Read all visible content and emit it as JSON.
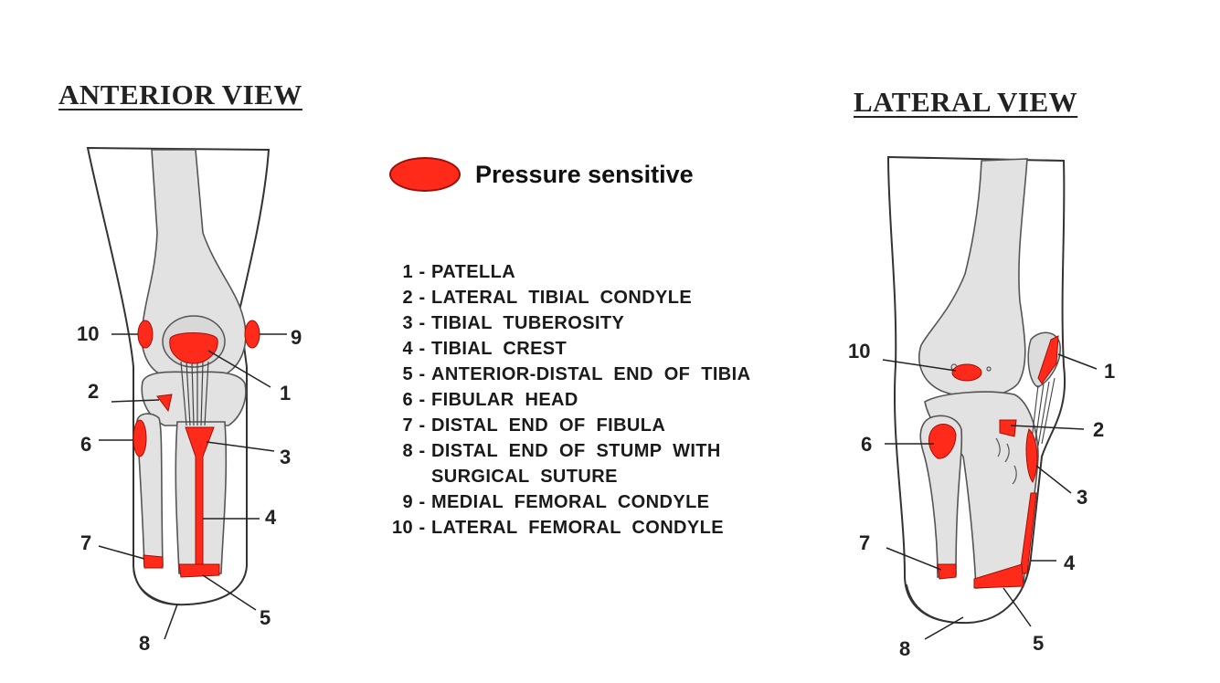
{
  "titles": {
    "anterior": "ANTERIOR VIEW",
    "lateral": "LATERAL VIEW"
  },
  "legend": {
    "label": "Pressure sensitive",
    "color": "#ff2a1a"
  },
  "key": [
    {
      "num": "1",
      "sep": "-",
      "lines": [
        "PATELLA"
      ]
    },
    {
      "num": "2",
      "sep": "-",
      "lines": [
        "LATERAL  TIBIAL  CONDYLE"
      ]
    },
    {
      "num": "3",
      "sep": "-",
      "lines": [
        "TIBIAL  TUBEROSITY"
      ]
    },
    {
      "num": "4",
      "sep": "-",
      "lines": [
        "TIBIAL  CREST"
      ]
    },
    {
      "num": "5",
      "sep": "-",
      "lines": [
        "ANTERIOR-DISTAL  END  OF  TIBIA"
      ]
    },
    {
      "num": "6",
      "sep": "-",
      "lines": [
        "FIBULAR  HEAD"
      ]
    },
    {
      "num": "7",
      "sep": "-",
      "lines": [
        "DISTAL  END  OF  FIBULA"
      ]
    },
    {
      "num": "8",
      "sep": "-",
      "lines": [
        "DISTAL  END  OF  STUMP  WITH",
        "SURGICAL  SUTURE"
      ]
    },
    {
      "num": "9",
      "sep": "-",
      "lines": [
        "MEDIAL  FEMORAL  CONDYLE"
      ]
    },
    {
      "num": "10",
      "sep": "-",
      "lines": [
        "LATERAL  FEMORAL  CONDYLE"
      ]
    }
  ],
  "anterior_callouts": [
    "10",
    "9",
    "1",
    "2",
    "6",
    "3",
    "4",
    "7",
    "5",
    "8"
  ],
  "lateral_callouts": [
    "10",
    "1",
    "2",
    "6",
    "3",
    "7",
    "4",
    "8",
    "5"
  ],
  "colors": {
    "bone": "#e2e2e2",
    "bone_outline": "#555555",
    "pressure": "#ff2a1a",
    "pressure_dark": "#a30f05",
    "outline": "#333333"
  }
}
